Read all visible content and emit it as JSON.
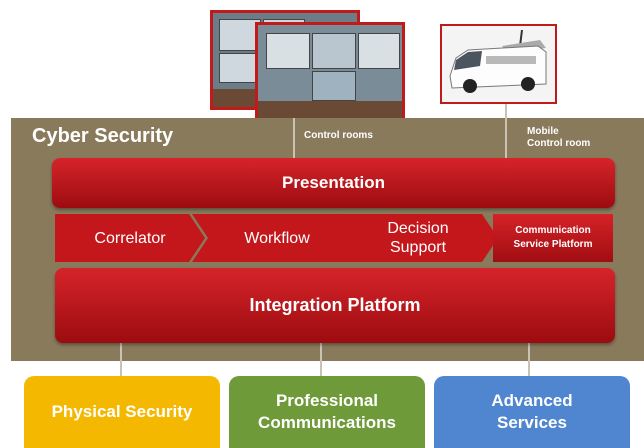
{
  "panel": {
    "title": "Cyber Security"
  },
  "labels": {
    "control_rooms": "Control rooms",
    "mobile_line1": "Mobile",
    "mobile_line2": "Control room"
  },
  "layers": {
    "presentation": "Presentation",
    "correlator": "Correlator",
    "workflow": "Workflow",
    "decision_line1": "Decision",
    "decision_line2": "Support",
    "comm_line1": "Communication",
    "comm_line2": "Service Platform",
    "integration": "Integration Platform"
  },
  "bottom": {
    "physical": "Physical Security",
    "professional_line1": "Professional",
    "professional_line2": "Communications",
    "advanced_line1": "Advanced",
    "advanced_line2": "Services"
  },
  "colors": {
    "panel": "#8a7a5c",
    "red": "#c8161c",
    "physical": "#f5b800",
    "professional": "#6e9a3a",
    "advanced": "#4f86cf"
  }
}
